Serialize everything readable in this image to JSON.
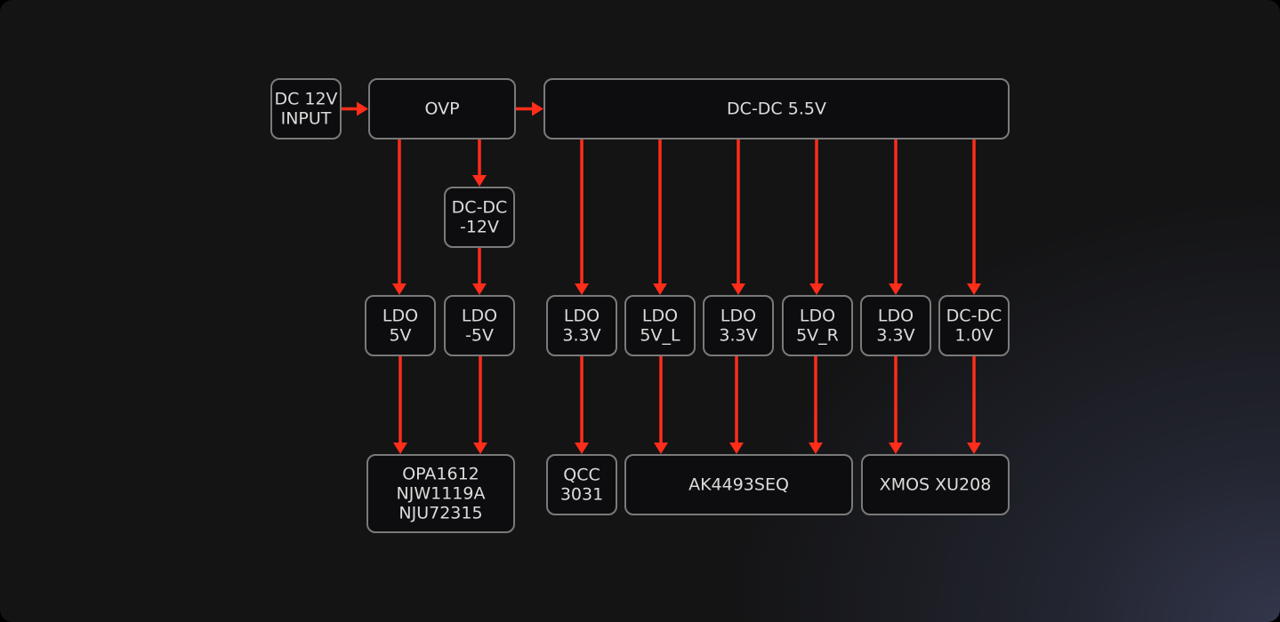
{
  "diagram": {
    "type": "power-tree block diagram",
    "colors": {
      "background": "#141415",
      "node_fill": "#0d0d0f",
      "node_border": "#7a7a7a",
      "text": "#dcdcdc",
      "arrow": "#ff2d1a"
    },
    "nodes": [
      {
        "id": "dc12v_input",
        "lines": [
          "DC 12V",
          "INPUT"
        ]
      },
      {
        "id": "ovp",
        "lines": [
          "OVP"
        ]
      },
      {
        "id": "dcdc_5v5",
        "lines": [
          "DC-DC 5.5V"
        ]
      },
      {
        "id": "dcdc_neg12v",
        "lines": [
          "DC-DC",
          "-12V"
        ]
      },
      {
        "id": "ldo_5v",
        "lines": [
          "LDO",
          "5V"
        ]
      },
      {
        "id": "ldo_neg5v",
        "lines": [
          "LDO",
          "-5V"
        ]
      },
      {
        "id": "ldo_3v3_a",
        "lines": [
          "LDO",
          "3.3V"
        ]
      },
      {
        "id": "ldo_5v_l",
        "lines": [
          "LDO",
          "5V_L"
        ]
      },
      {
        "id": "ldo_3v3_b",
        "lines": [
          "LDO",
          "3.3V"
        ]
      },
      {
        "id": "ldo_5v_r",
        "lines": [
          "LDO",
          "5V_R"
        ]
      },
      {
        "id": "ldo_3v3_c",
        "lines": [
          "LDO",
          "3.3V"
        ]
      },
      {
        "id": "dcdc_1v0",
        "lines": [
          "DC-DC",
          "1.0V"
        ]
      },
      {
        "id": "opamps",
        "lines": [
          "OPA1612",
          "NJW1119A",
          "NJU72315"
        ]
      },
      {
        "id": "qcc3031",
        "lines": [
          "QCC",
          "3031"
        ]
      },
      {
        "id": "ak4493seq",
        "lines": [
          "AK4493SEQ"
        ]
      },
      {
        "id": "xmos_xu208",
        "lines": [
          "XMOS XU208"
        ]
      }
    ],
    "edges": [
      {
        "from": "dc12v_input",
        "to": "ovp"
      },
      {
        "from": "ovp",
        "to": "dcdc_5v5"
      },
      {
        "from": "ovp",
        "to": "ldo_5v"
      },
      {
        "from": "ovp",
        "to": "dcdc_neg12v"
      },
      {
        "from": "dcdc_neg12v",
        "to": "ldo_neg5v"
      },
      {
        "from": "dcdc_5v5",
        "to": "ldo_3v3_a"
      },
      {
        "from": "dcdc_5v5",
        "to": "ldo_5v_l"
      },
      {
        "from": "dcdc_5v5",
        "to": "ldo_3v3_b"
      },
      {
        "from": "dcdc_5v5",
        "to": "ldo_5v_r"
      },
      {
        "from": "dcdc_5v5",
        "to": "ldo_3v3_c"
      },
      {
        "from": "dcdc_5v5",
        "to": "dcdc_1v0"
      },
      {
        "from": "ldo_5v",
        "to": "opamps"
      },
      {
        "from": "ldo_neg5v",
        "to": "opamps"
      },
      {
        "from": "ldo_3v3_a",
        "to": "qcc3031"
      },
      {
        "from": "ldo_5v_l",
        "to": "ak4493seq"
      },
      {
        "from": "ldo_3v3_b",
        "to": "ak4493seq"
      },
      {
        "from": "ldo_5v_r",
        "to": "ak4493seq"
      },
      {
        "from": "ldo_3v3_c",
        "to": "xmos_xu208"
      },
      {
        "from": "dcdc_1v0",
        "to": "xmos_xu208"
      }
    ]
  }
}
